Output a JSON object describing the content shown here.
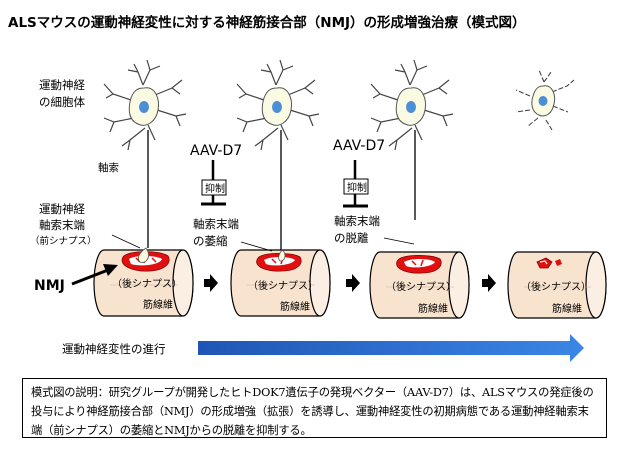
{
  "title": "ALSマウスの運動神経変性に対する神経筋接合部（NMJ）の形成増強治療（模式図）",
  "labels": {
    "cell_body_line1": "運動神経",
    "cell_body_line2": "の細胞体",
    "axon": "軸索",
    "terminal_line1": "運動神経",
    "terminal_line2": "軸索末端",
    "terminal_line3": "（前シナプス）",
    "nmj": "NMJ",
    "aav_1": "AAV-D7",
    "aav_2": "AAV-D7",
    "inhibit_1": "抑制",
    "inhibit_2": "抑制",
    "atrophy_line1": "軸索末端",
    "atrophy_line2": "の萎縮",
    "detach_line1": "軸索末端",
    "detach_line2": "の脱離",
    "postsynapse": [
      "（後シナプス）",
      "（後シナプス）",
      "（後シナプス）",
      "（後シナプス）"
    ],
    "muscle_fiber": [
      "筋線維",
      "筋線維",
      "筋線維",
      "筋線維"
    ],
    "progression": "運動神経変性の進行"
  },
  "caption": "模式図の説明：研究グループが開発したヒトDOK7遺伝子の発現ベクター（AAV-D7）は、ALSマウスの発症後の投与により神経筋接合部（NMJ）の形成増強（拡張）を誘導し、運動神経変性の初期病態である運動神経軸索末端（前シナプス）の萎縮とNMJからの脱離を抑制する。",
  "colors": {
    "muscle_fill": "#f8e3cf",
    "neuron_fill": "#fbfbe4",
    "nucleus": "#4d8fd4",
    "endplate_red": "#e01010",
    "progress_arrow": "#2f6fd0"
  }
}
